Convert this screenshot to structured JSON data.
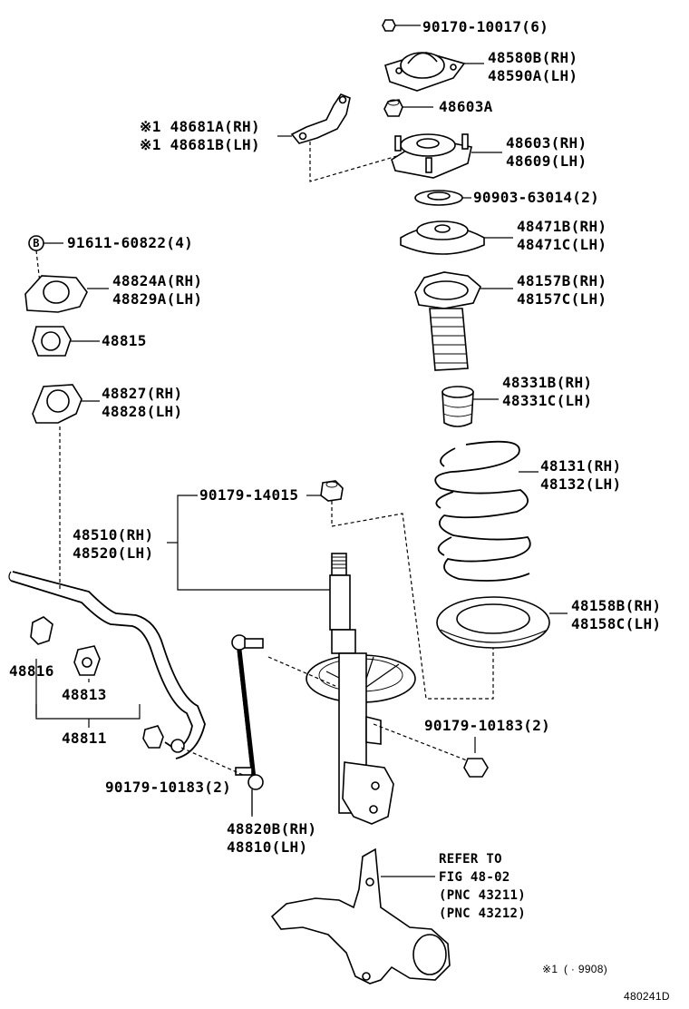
{
  "diagram_id": "480241D",
  "footnote": {
    "mark": "※1",
    "range": "(        · 9908)"
  },
  "refer": {
    "line1": "REFER TO",
    "line2": "FIG 48-02",
    "line3": "(PNC 43211)",
    "line4": "(PNC 43212)"
  },
  "parts": {
    "nut_top": {
      "text": "90170-10017(6)"
    },
    "support_upper": {
      "rh": "48580B(RH)",
      "lh": "48590A(LH)"
    },
    "bracket": {
      "rh": "※1 48681A(RH)",
      "lh": "※1 48681B(LH)"
    },
    "nut_48603a": {
      "text": "48603A"
    },
    "mount": {
      "rh": "48603(RH)",
      "lh": "48609(LH)"
    },
    "bearing": {
      "text": "90903-63014(2)"
    },
    "seat_upper": {
      "rh": "48471B(RH)",
      "lh": "48471C(LH)"
    },
    "bolt_b": {
      "mark": "B",
      "text": "91611-60822(4)"
    },
    "boot": {
      "rh": "48157B(RH)",
      "lh": "48157C(LH)"
    },
    "bracket_stab": {
      "rh": "48824A(RH)",
      "lh": "48829A(LH)"
    },
    "bushing": {
      "text": "48815"
    },
    "bumper": {
      "rh": "48331B(RH)",
      "lh": "48331C(LH)"
    },
    "bracket2": {
      "rh": "48827(RH)",
      "lh": "48828(LH)"
    },
    "spring": {
      "rh": "48131(RH)",
      "lh": "48132(LH)"
    },
    "nut_strut": {
      "text": "90179-14015"
    },
    "strut": {
      "rh": "48510(RH)",
      "lh": "48520(LH)"
    },
    "insulator": {
      "rh": "48158B(RH)",
      "lh": "48158C(LH)"
    },
    "clamp": {
      "text": "48816"
    },
    "bushing2": {
      "text": "48813"
    },
    "stabilizer": {
      "text": "48811"
    },
    "nut_side": {
      "text": "90179-10183(2)"
    },
    "nut_link": {
      "text": "90179-10183(2)"
    },
    "link": {
      "rh": "48820B(RH)",
      "lh": "48810(LH)"
    }
  }
}
